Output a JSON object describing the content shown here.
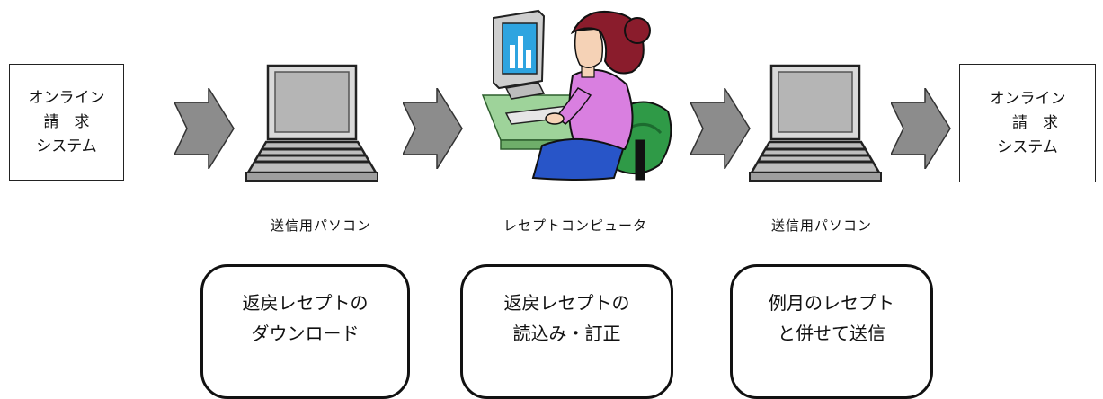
{
  "left_system": {
    "lines": [
      "オンライン",
      "請　求",
      "システム"
    ]
  },
  "right_system": {
    "lines": [
      "オンライン",
      "　請　求",
      "システム"
    ]
  },
  "captions": [
    "送信用パソコン",
    "レセプトコンピュータ",
    "送信用パソコン"
  ],
  "steps": [
    {
      "lines": [
        "返戻レセプトの",
        "ダウンロード"
      ]
    },
    {
      "lines": [
        "返戻レセプトの",
        "読込み・訂正"
      ]
    },
    {
      "lines": [
        "例月のレセプト",
        "と併せて送信"
      ]
    }
  ],
  "icons": [
    "arrow-right-icon",
    "laptop-icon",
    "person-at-computer-icon"
  ],
  "colors": {
    "arrow_fill": "#8c8c8c",
    "laptop_screen": "#b5b5b5",
    "monitor_screen": "#2ea4e0",
    "person_shirt": "#d97fe0",
    "person_hair": "#8a1c2c",
    "chair": "#2f9a47",
    "desk": "#9ed39a"
  }
}
